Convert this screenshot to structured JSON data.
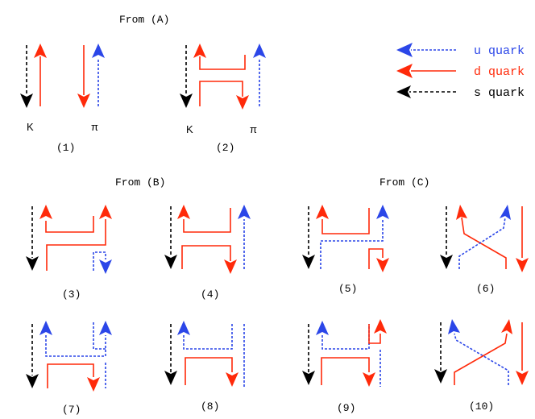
{
  "headings": {
    "from_a": "From (A)",
    "from_b": "From (B)",
    "from_c": "From (C)"
  },
  "legend": {
    "u": "u quark",
    "d": "d quark",
    "s": "s quark"
  },
  "particles": {
    "kaon": "K",
    "pion": "π"
  },
  "panels": [
    "(1)",
    "(2)",
    "(3)",
    "(4)",
    "(5)",
    "(6)",
    "(7)",
    "(8)",
    "(9)",
    "(10)"
  ],
  "colors": {
    "u_quark": "#2b46e8",
    "d_quark": "#ff2a0a",
    "s_quark": "#000000"
  }
}
